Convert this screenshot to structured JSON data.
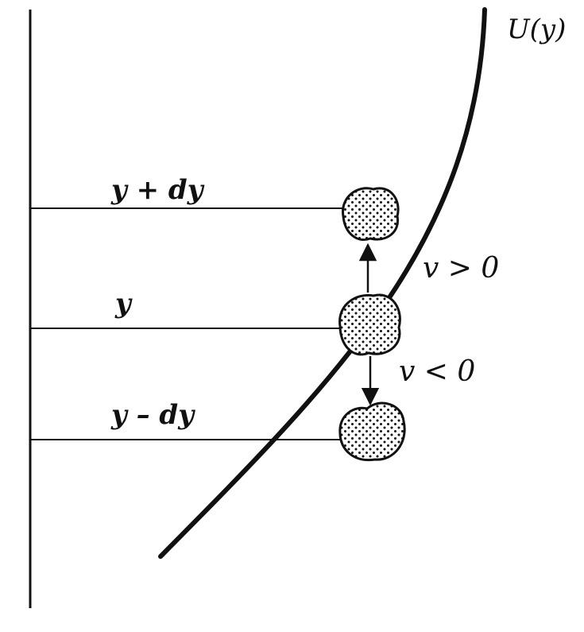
{
  "labels": {
    "curve": "U(y)",
    "level_upper": "y + dy",
    "level_middle": "y",
    "level_lower": "y – dy",
    "velocity_positive": "v > 0",
    "velocity_negative": "v < 0"
  },
  "colors": {
    "ink": "#111111",
    "background": "#ffffff"
  }
}
